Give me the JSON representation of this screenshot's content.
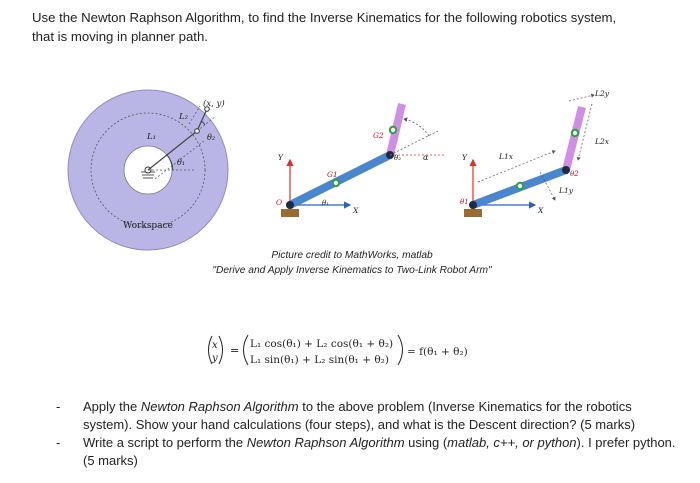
{
  "question": {
    "intro_line1": "Use the Newton Raphson Algorithm, to find the Inverse Kinematics for the following robotics system,",
    "intro_line2": "that is moving in planner path."
  },
  "workspace_figure": {
    "point_label": "(x, y)",
    "link2_label": "L₂",
    "link1_label": "L₁",
    "theta2_label": "θ₂",
    "theta1_label": "θ₁",
    "region_label": "Workspace"
  },
  "arm_figure_1": {
    "joint2_label": "G2",
    "joint1_label": "G1",
    "theta2_label": "θ₂",
    "alpha_label": "α",
    "theta1_label": "θ₁",
    "origin_label": "O",
    "x_axis": "X",
    "y_axis": "Y"
  },
  "arm_figure_2": {
    "l2y_label": "L2y",
    "l2x_label": "L2x",
    "l1x_label": "L1x",
    "l1y_label": "L1y",
    "theta1_label": "θ1",
    "theta2_label": "θ2",
    "x_axis": "X",
    "y_axis": "Y"
  },
  "credit": {
    "line1": "Picture credit to MathWorks, matlab",
    "line2": "\"Derive and Apply Inverse Kinematics to Two-Link Robot Arm\""
  },
  "equation": {
    "row1": "L₁ cos(θ₁) + L₂ cos(θ₁ + θ₂)",
    "row2": "L₁ sin(θ₁) + L₂ sin(θ₁ + θ₂)",
    "rhs": "= f(θ₁ + θ₂)"
  },
  "tasks": [
    {
      "bullet": "-",
      "pre": "Apply the ",
      "em": "Newton Raphson Algorithm",
      "mid": " to the above problem (Inverse Kinematics for the robotics system). Show your hand calculations (four steps), and what is the Descent direction? (5 marks)",
      "em2": "",
      "post": ""
    },
    {
      "bullet": "-",
      "pre": "Write a script to perform the ",
      "em": "Newton Raphson Algorithm",
      "mid": " using (",
      "em2": "matlab, c++, or python",
      "post": "). I prefer python.  (5 marks)"
    }
  ],
  "colors": {
    "workspace_fill": "#b9b6e6",
    "workspace_border": "#8f8bc8",
    "link_blue": "#4a86cf",
    "link_purple": "#cf8fe6",
    "joint_green": "#2ea043",
    "axis_red": "#d9342b",
    "axis_blue": "#2f5fbf",
    "base_brown": "#9a6b2f"
  }
}
